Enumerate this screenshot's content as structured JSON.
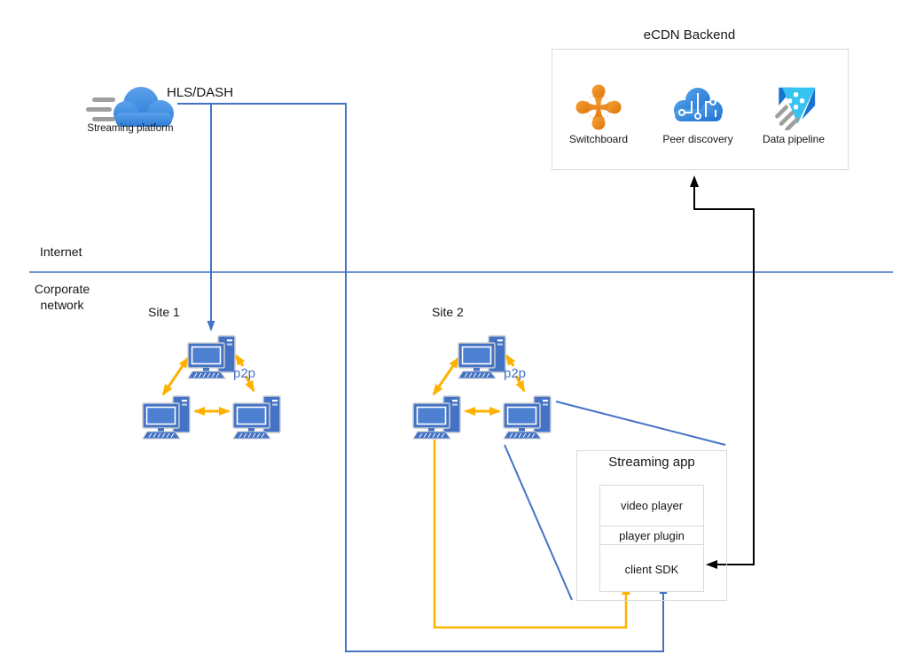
{
  "colors": {
    "line-blue": "#4472C4",
    "arrow-yellow": "#FFB100",
    "box-border": "#D9D9D9",
    "text-dark": "#161616",
    "computer-blue": "#4472C4",
    "computer-screen": "#4E80D2",
    "icon-outline": "#C9CDD4",
    "gray-accent": "#9E9E9E",
    "switchboard-orange": "#ED8B00",
    "peer-cloud-blue": "#2E7CD6",
    "pipeline-cyan": "#36C3F2",
    "pipeline-dark": "#1973CE"
  },
  "backend": {
    "title": "eCDN Backend",
    "services": [
      {
        "label": "Switchboard",
        "icon": "switchboard-icon"
      },
      {
        "label": "Peer discovery",
        "icon": "peer-discovery-icon"
      },
      {
        "label": "Data pipeline",
        "icon": "data-pipeline-icon"
      }
    ]
  },
  "platform": {
    "label": "Streaming platform",
    "protocol_label": "HLS/DASH"
  },
  "zones": {
    "internet_label": "Internet",
    "corporate_label_line1": "Corporate",
    "corporate_label_line2": "network"
  },
  "sites": [
    {
      "label": "Site 1",
      "p2p_label": "p2p"
    },
    {
      "label": "Site 2",
      "p2p_label": "p2p"
    }
  ],
  "app": {
    "title": "Streaming app",
    "layers": [
      {
        "label": "video player"
      },
      {
        "label": "player plugin"
      },
      {
        "label": "client SDK"
      }
    ]
  }
}
